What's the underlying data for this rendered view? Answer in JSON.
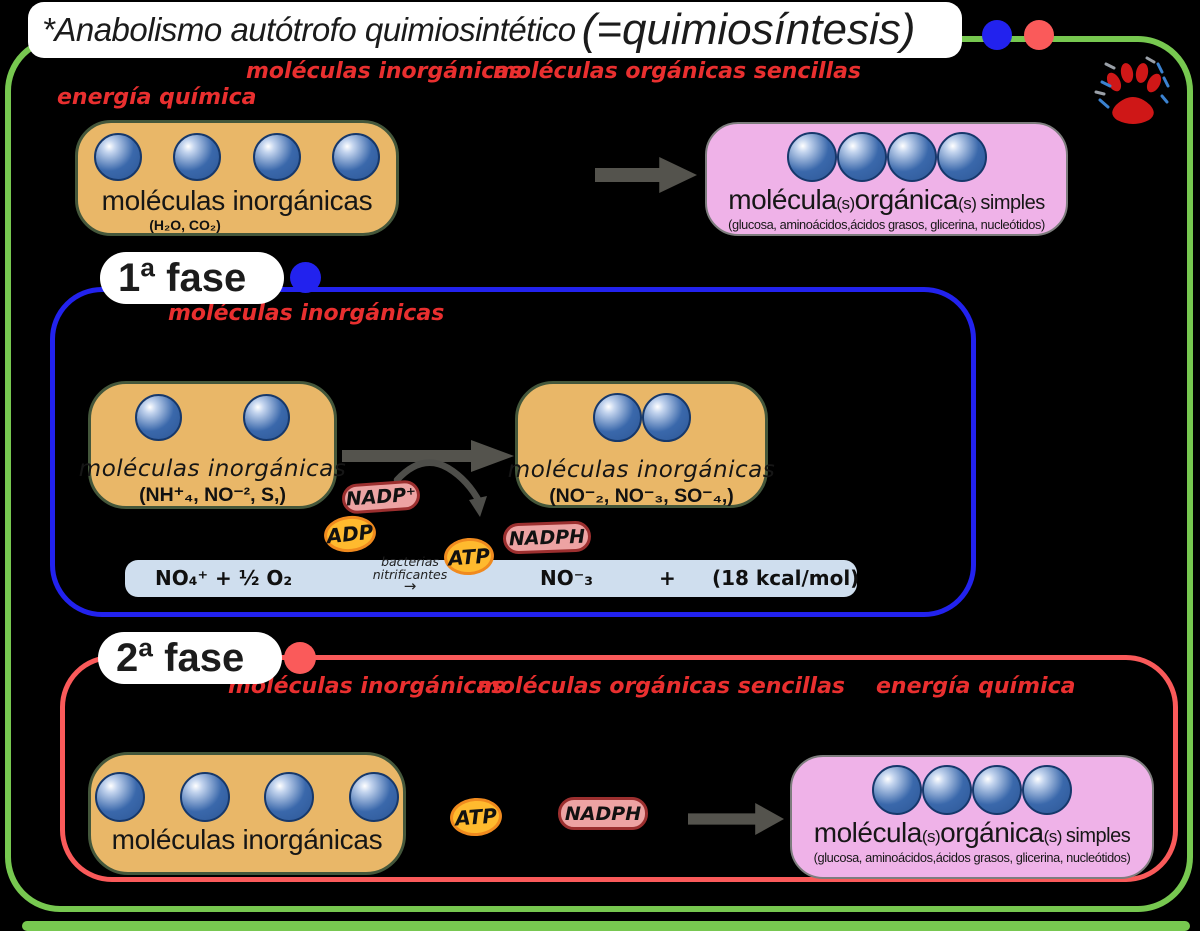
{
  "colors": {
    "green": "#77c850",
    "blue": "#2222ee",
    "red": "#fa5a5a",
    "red-label": "#e92f2f",
    "orange-box": "#e9b768",
    "orange-box-border": "#44573b",
    "pink-box": "#efb2e8",
    "sphere": "#3a68ab",
    "arrow-gray": "#54534d",
    "badge-orange": "#ffba2e",
    "badge-orange-border": "#f08a1e",
    "badge-pink": "#eda3a3",
    "badge-pink-border": "#9c2f2f",
    "eq-bar": "#cfdeee"
  },
  "title": {
    "main": "*Anabolismo autótrofo quimiosintético",
    "paren": "(=quimiosíntesis)"
  },
  "intro": {
    "label_energia": "energía química",
    "label_inorganicas": "moléculas inorgánicas",
    "label_organicas": "moléculas orgánicas sencillas",
    "inorganic_box": {
      "label": "moléculas inorgánicas",
      "formula": "(H₂O, CO₂)",
      "spheres": 4
    },
    "organic_box": {
      "w1": "molécula",
      "s1": "(s)",
      "w2": " orgánica",
      "s2": "(s)",
      "w3": "simples",
      "subtitle": "(glucosa, aminoácidos,ácidos grasos, glicerina, nucleótidos)",
      "spheres": 4
    }
  },
  "fase1": {
    "title": "1ª fase",
    "label_inorganicas": "moléculas inorgánicas",
    "left_box": {
      "label": "moléculas inorgánicas",
      "formula": "(NH⁺₄, NO⁻², S,)",
      "spheres": 2
    },
    "right_box": {
      "label": "moléculas inorgánicas",
      "formula": "(NO⁻₂, NO⁻₃, SO⁻₄,)",
      "spheres": 2
    },
    "badges": {
      "nadp": "NADP⁺",
      "adp": "ADP",
      "atp": "ATP",
      "nadph": "NADPH"
    },
    "equation": {
      "reactants": "NO₄⁺ + ½ O₂",
      "catalyst_line1": "bacterias",
      "catalyst_line2": "nitrificantes",
      "catalyst_arrow": "→",
      "product": "NO⁻₃",
      "plus": "+",
      "energy": "(18 kcal/mol)"
    }
  },
  "fase2": {
    "title": "2ª fase",
    "label_inorganicas": "moléculas inorgánicas",
    "label_organicas": "moléculas orgánicas sencillas",
    "label_energia": "energía química",
    "inorganic_box": {
      "label": "moléculas inorgánicas",
      "spheres": 4
    },
    "badges": {
      "atp": "ATP",
      "nadph": "NADPH"
    },
    "organic_box": {
      "w1": "molécula",
      "s1": "(s)",
      "w2": " orgánica",
      "s2": "(s)",
      "w3": "simples",
      "subtitle": "(glucosa, aminoácidos,ácidos grasos, glicerina, nucleótidos)",
      "spheres": 4
    }
  }
}
